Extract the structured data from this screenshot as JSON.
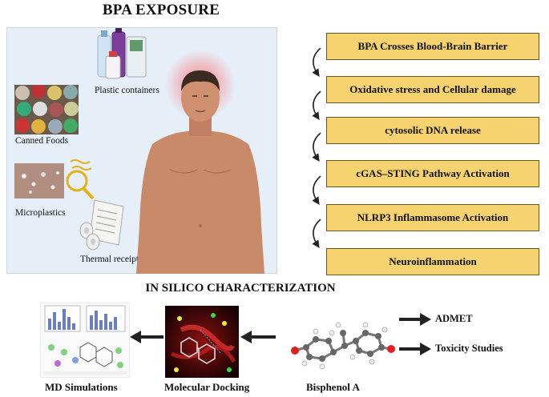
{
  "header": {
    "title": "BPA EXPOSURE"
  },
  "sources": {
    "plastic": "Plastic containers",
    "canned": "Canned Foods",
    "micro": "Microplastics",
    "thermal": "Thermal receipts"
  },
  "pathway": [
    "BPA Crosses Blood-Brain Barrier",
    "Oxidative stress and Cellular damage",
    "cytosolic DNA release",
    "cGAS–STING Pathway Activation",
    "NLRP3 Inflammasome Activation",
    "Neuroinflammation"
  ],
  "insilico": {
    "title": "IN SILICO CHARACTERIZATION",
    "md": "MD Simulations",
    "docking": "Molecular Docking",
    "bpa": "Bisphenol A",
    "admet": "ADMET",
    "toxicity": "Toxicity Studies"
  },
  "colors": {
    "flow_fill": "#f6d36e",
    "flow_border": "#6a5420",
    "panel": "#e6eef8",
    "skin": "#c98a6a",
    "hair": "#3a2a22"
  }
}
